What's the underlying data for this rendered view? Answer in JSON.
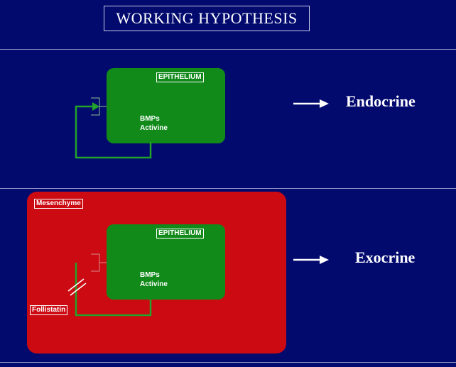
{
  "title": "WORKING HYPOTHESIS",
  "top_panel": {
    "epithelium_label": "EPITHELIUM",
    "factor_1": "BMPs",
    "factor_2": "Activine",
    "outcome": "Endocrine"
  },
  "bottom_panel": {
    "mesenchyme_label": "Mesenchyme",
    "epithelium_label": "EPITHELIUM",
    "factor_1": "BMPs",
    "factor_2": "Activine",
    "inhibitor_label": "Follistatin",
    "outcome": "Exocrine"
  },
  "colors": {
    "background": "#020a6e",
    "epithelium": "#118a1a",
    "mesenchyme": "#cc0a12",
    "feedback_line": "#22a32a"
  }
}
